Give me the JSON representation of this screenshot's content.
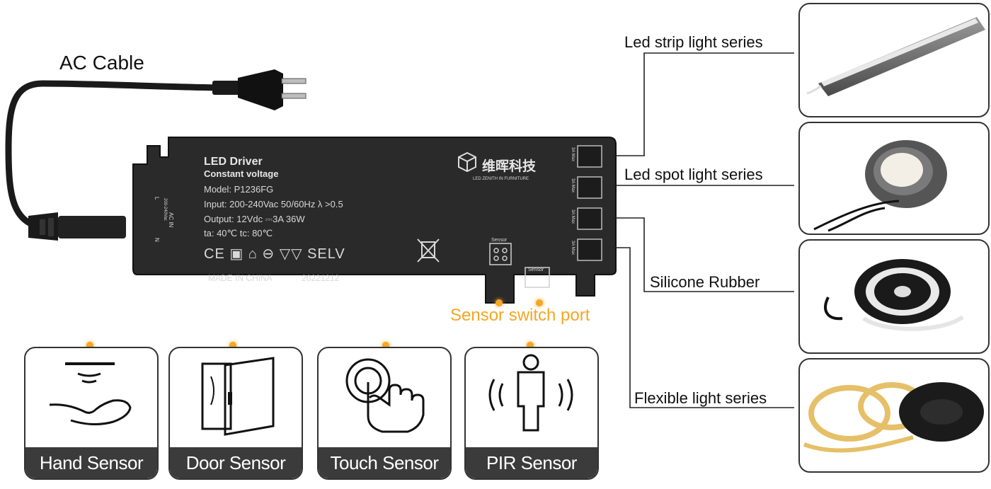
{
  "labels": {
    "ac_cable": "AC Cable",
    "sensor_switch_port": "Sensor switch port"
  },
  "driver": {
    "title": "LED Driver",
    "subtitle": "Constant voltage",
    "model": "Model: P1236FG",
    "input": "Input: 200-240Vac  50/60Hz   λ >0.5",
    "output": "Output: 12Vdc ⎓3A  36W",
    "temps": "ta: 40℃  tc: 80℃",
    "brand_cn": "维晖科技",
    "brand_en": "LED ZENITH IN FURNITURE",
    "marks": "CE ▣ ⌂ ⊖ ▽▽ SELV",
    "made_in": "MADE IN CHINA",
    "date": "20221212",
    "side_port": "Sensor",
    "ac_in": "AC IN",
    "ac_in_side": "200-240Vac",
    "port_rating": "3A Max",
    "n_mark": "N",
    "l_mark": "L"
  },
  "lights": [
    {
      "label": "Led strip light series",
      "icon": "aluminium-profile-strip"
    },
    {
      "label": "Led spot light series",
      "icon": "round-spot-light"
    },
    {
      "label": "Silicone Rubber",
      "icon": "silicone-strip-reel"
    },
    {
      "label": "Flexible light series",
      "icon": "flexible-strip-reel"
    }
  ],
  "sensors": [
    {
      "label": "Hand Sensor",
      "icon": "hand-wave-icon"
    },
    {
      "label": "Door Sensor",
      "icon": "door-icon"
    },
    {
      "label": "Touch Sensor",
      "icon": "touch-icon"
    },
    {
      "label": "PIR Sensor",
      "icon": "person-motion-icon"
    }
  ],
  "colors": {
    "accent": "#f5a623",
    "driver_body": "#2a2a2a",
    "caption_bar": "#3b3b3b"
  }
}
